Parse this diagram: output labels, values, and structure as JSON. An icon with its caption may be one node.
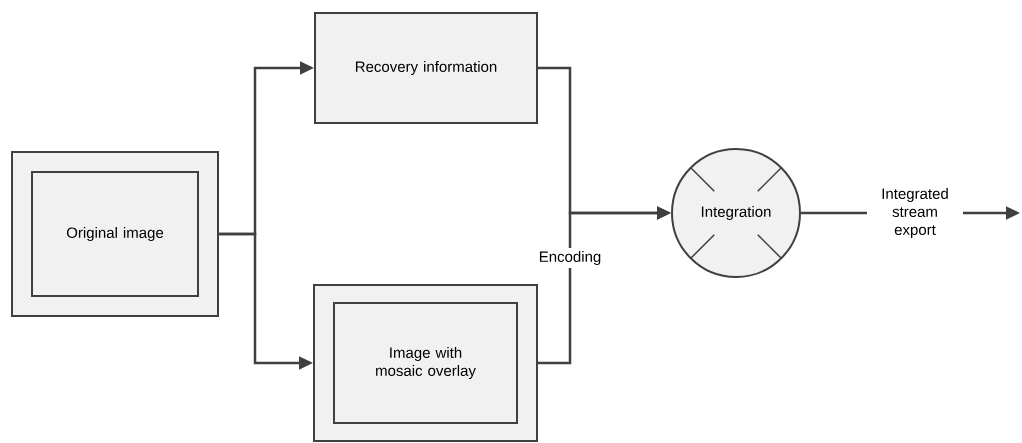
{
  "diagram": {
    "nodes": [
      {
        "text": [],
        "shape": "box"
      },
      {
        "text": [
          "Original image"
        ],
        "in": 0
      },
      {
        "text": [
          "Recovery information"
        ]
      },
      {
        "text": [],
        "shape": "box"
      },
      {
        "text": [
          "Image with mosaic overlay"
        ],
        "in": 3
      },
      {
        "text": [
          "Integration"
        ]
      }
    ],
    "edges": [
      {
        "from": 0,
        "to": 2,
        "arrow": "to"
      },
      {
        "from": 0,
        "to": 3,
        "arrow": "to"
      },
      {
        "from": 2,
        "to": 5,
        "arrow": "to"
      },
      {
        "from": 3,
        "to": 5,
        "arrow": "to",
        "label": "Encoding"
      },
      {
        "from": 5,
        "to": null,
        "arrow": "to",
        "label": "Integrated stream export"
      }
    ]
  }
}
